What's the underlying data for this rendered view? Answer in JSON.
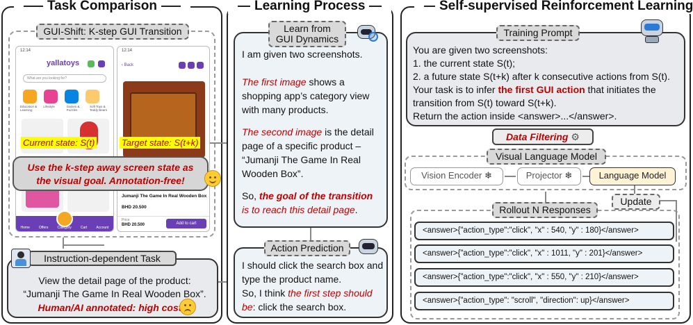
{
  "panels": {
    "left_title": "Task Comparison",
    "middle_title": "Learning Process",
    "right_title": "Self-supervised Reinforcement Learning"
  },
  "left": {
    "gui_shift_tag": "GUI-Shift: K-step GUI Transition",
    "phone1": {
      "time": "12:14",
      "logo": "yallatoys",
      "search_placeholder": "What are you looking for?",
      "categories": [
        "Education & Learning",
        "Lifestyle",
        "Games & Puzzles",
        "Soft Toys & Teddy Bears"
      ],
      "nav": [
        "Home",
        "Offers",
        "Category",
        "Cart",
        "Account"
      ]
    },
    "phone2": {
      "time": "12:14",
      "back": "Back",
      "product_name": "Jumanji The Game In Real Wooden Box",
      "price": "BHD 20.500",
      "price_label": "Price",
      "add_to_cart": "Add to cart"
    },
    "current_state": "Current state: S(t)",
    "target_state": "Target state: S(t+k)",
    "goal_line1": "Use the k-step away screen state as",
    "goal_line2": "the visual goal. Annotation-free!",
    "instr_title": "Instruction-dependent Task",
    "instr_line1": "View the detail page of the product:",
    "instr_line2": "“Jumanji The Game In Real Wooden Box”.",
    "instr_cost": "Human/AI annotated: high cost"
  },
  "middle": {
    "learn_tag_line1": "Learn from",
    "learn_tag_line2": "GUI Dynamics",
    "p1": "I am given two screenshots.",
    "p2_red": "The first image",
    "p2_rest": " shows a shopping app’s category view with many products.",
    "p3_red": "The second image",
    "p3_rest": " is the detail page of a specific product – “Jumanji The Game In Real Wooden Box”.",
    "p4_pre": "So, ",
    "p4_red": "the goal of the transition",
    "p4_red2": "is to reach this detail page",
    "p4_end": ".",
    "action_tag": "Action Prediction",
    "a1": "I should click the search box and type the product name.",
    "a2_pre": "So, I think ",
    "a2_red": "the first step should be",
    "a2_end": ": click the search box."
  },
  "right": {
    "training_tag": "Training Prompt",
    "t1": "You are given two screenshots:",
    "t2": "1. the current state S(t);",
    "t3": "2. a future state S(t+k) after k consecutive actions from S(t).",
    "t4_pre": "Your task is to infer ",
    "t4_red": "the first GUI action",
    "t4_post": " that initiates the",
    "t5": "transition from S(t) toward S(t+k).",
    "t6": "Return the action inside <answer>...</answer>.",
    "filter": "Data Filtering",
    "vlm_title": "Visual Language Model",
    "vision_encoder": "Vision Encoder",
    "projector": "Projector",
    "language_model": "Language Model",
    "rollout": "Rollout N Responses",
    "update": "Update",
    "answers": [
      "<answer>{\"action_type\":\"click\", \"x\" : 540, \"y\" : 180}</answer>",
      "<answer>{\"action_type\":\"click\", \"x\" : 1011, \"y\" : 201}</answer>",
      "<answer>{\"action_type\":\"click\", \"x\" : 550, \"y\" : 210}</answer>",
      "<answer>{\"action_type\": \"scroll\", \"direction\": up}</answer>"
    ]
  }
}
